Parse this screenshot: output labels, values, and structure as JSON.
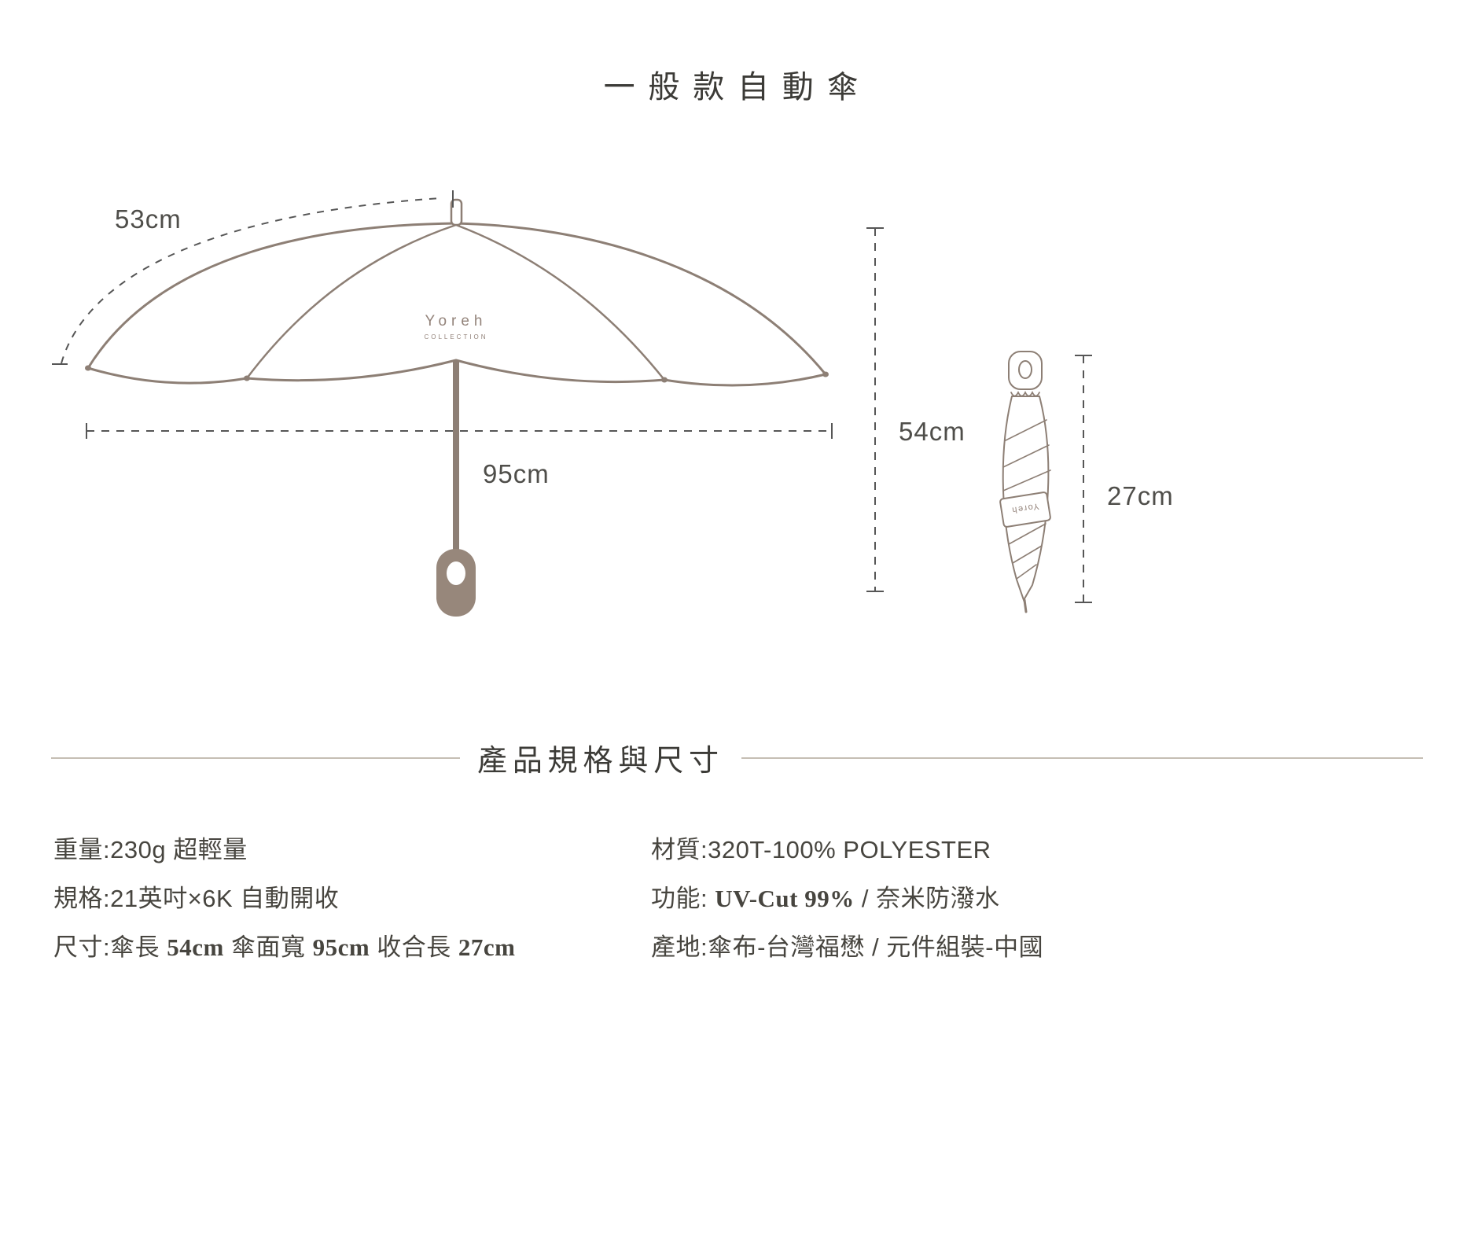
{
  "title": "一般款自動傘",
  "diagram": {
    "brand": "Yoreh",
    "brand_sub": "COLLECTION",
    "strap_brand": "Yoreh",
    "dims": {
      "canopy_arc": "53cm",
      "canopy_width": "95cm",
      "open_height": "54cm",
      "folded_length": "27cm"
    }
  },
  "section": {
    "title": "產品規格與尺寸"
  },
  "specs": {
    "weight_row": "重量:230g 超輕量",
    "spec_row": "規格:21英吋×6K 自動開收",
    "size_row": [
      "尺寸:傘長 ",
      "54cm",
      " 傘面寬 ",
      "95cm",
      " 收合長 ",
      "27cm"
    ],
    "material_row": "材質:320T-100% POLYESTER",
    "function_row": [
      "功能: ",
      "UV-Cut 99%",
      " / 奈米防潑水"
    ],
    "origin_row": "產地:傘布-台灣福懋 / 元件組裝-中國"
  }
}
